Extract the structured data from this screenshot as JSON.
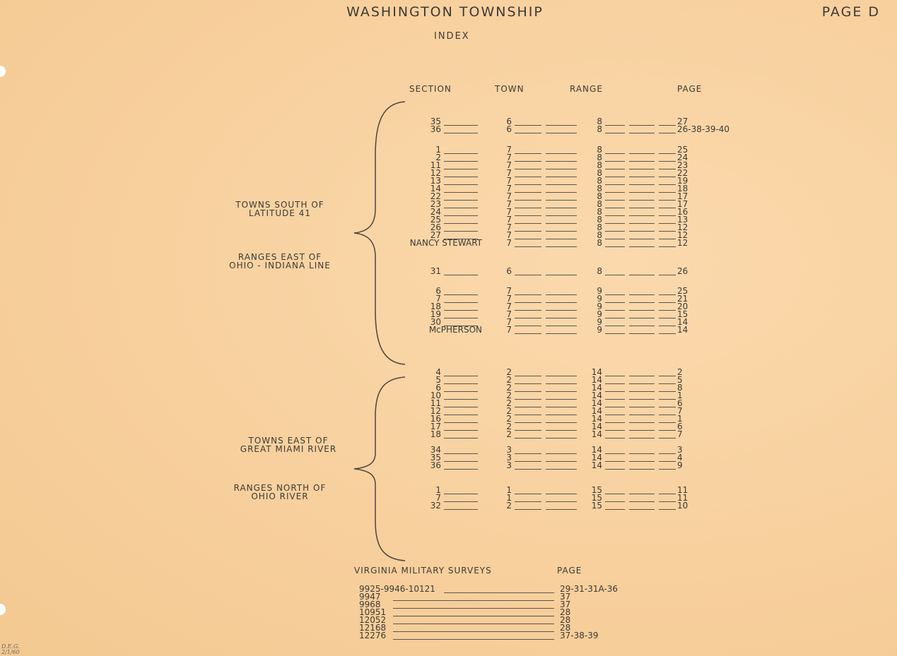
{
  "title": "WASHINGTON  TOWNSHIP",
  "page_label": "PAGE D",
  "subtitle": "INDEX",
  "headers": {
    "section": "SECTION",
    "town": "TOWN",
    "range": "RANGE",
    "page": "PAGE"
  },
  "groups": [
    {
      "labels": [
        {
          "line1": "TOWNS SOUTH OF",
          "line2": "LATITUDE 41"
        },
        {
          "line1": "RANGES EAST OF",
          "line2": "OHIO - INDIANA LINE"
        }
      ],
      "blocks": [
        [
          {
            "section": "35",
            "town": "6",
            "range": "8",
            "page": "27"
          },
          {
            "section": "36",
            "town": "6",
            "range": "8",
            "page": "26-38-39-40"
          }
        ],
        [
          {
            "section": "1",
            "town": "7",
            "range": "8",
            "page": "25"
          },
          {
            "section": "2",
            "town": "7",
            "range": "8",
            "page": "24"
          },
          {
            "section": "11",
            "town": "7",
            "range": "8",
            "page": "23"
          },
          {
            "section": "12",
            "town": "7",
            "range": "8",
            "page": "22"
          },
          {
            "section": "13",
            "town": "7",
            "range": "8",
            "page": "19"
          },
          {
            "section": "14",
            "town": "7",
            "range": "8",
            "page": "18"
          },
          {
            "section": "22",
            "town": "7",
            "range": "8",
            "page": "17"
          },
          {
            "section": "23",
            "town": "7",
            "range": "8",
            "page": "17"
          },
          {
            "section": "24",
            "town": "7",
            "range": "8",
            "page": "16"
          },
          {
            "section": "25",
            "town": "7",
            "range": "8",
            "page": "13"
          },
          {
            "section": "26",
            "town": "7",
            "range": "8",
            "page": "12"
          },
          {
            "section": "27",
            "town": "7",
            "range": "8",
            "page": "12"
          },
          {
            "section": "NANCY STEWART",
            "town": "7",
            "range": "8",
            "page": "12"
          }
        ],
        [
          {
            "section": "31",
            "town": "6",
            "range": "8",
            "page": "26"
          }
        ],
        [
          {
            "section": "6",
            "town": "7",
            "range": "9",
            "page": "25"
          },
          {
            "section": "7",
            "town": "7",
            "range": "9",
            "page": "21"
          },
          {
            "section": "18",
            "town": "7",
            "range": "9",
            "page": "20"
          },
          {
            "section": "19",
            "town": "7",
            "range": "9",
            "page": "15"
          },
          {
            "section": "30",
            "town": "7",
            "range": "9",
            "page": "14"
          },
          {
            "section": "McPHERSON",
            "town": "7",
            "range": "9",
            "page": "14"
          }
        ]
      ]
    },
    {
      "labels": [
        {
          "line1": "TOWNS EAST OF",
          "line2": "GREAT MIAMI RIVER"
        },
        {
          "line1": "RANGES NORTH OF",
          "line2": "OHIO RIVER"
        }
      ],
      "blocks": [
        [
          {
            "section": "4",
            "town": "2",
            "range": "14",
            "page": "2"
          },
          {
            "section": "5",
            "town": "2",
            "range": "14",
            "page": "5"
          },
          {
            "section": "6",
            "town": "2",
            "range": "14",
            "page": "8"
          },
          {
            "section": "10",
            "town": "2",
            "range": "14",
            "page": "1"
          },
          {
            "section": "11",
            "town": "2",
            "range": "14",
            "page": "6"
          },
          {
            "section": "12",
            "town": "2",
            "range": "14",
            "page": "7"
          },
          {
            "section": "16",
            "town": "2",
            "range": "14",
            "page": "1"
          },
          {
            "section": "17",
            "town": "2",
            "range": "14",
            "page": "6"
          },
          {
            "section": "18",
            "town": "2",
            "range": "14",
            "page": "7"
          }
        ],
        [
          {
            "section": "34",
            "town": "3",
            "range": "14",
            "page": "3"
          },
          {
            "section": "35",
            "town": "3",
            "range": "14",
            "page": "4"
          },
          {
            "section": "36",
            "town": "3",
            "range": "14",
            "page": "9"
          }
        ],
        [
          {
            "section": "1",
            "town": "1",
            "range": "15",
            "page": "11"
          },
          {
            "section": "7",
            "town": "1",
            "range": "15",
            "page": "11"
          },
          {
            "section": "32",
            "town": "2",
            "range": "15",
            "page": "10"
          }
        ]
      ]
    }
  ],
  "virginia": {
    "title": "VIRGINIA  MILITARY  SURVEYS",
    "page_header": "PAGE",
    "rows": [
      {
        "survey": "9925-9946-10121",
        "page": "29-31-31A-36"
      },
      {
        "survey": "9947",
        "page": "37"
      },
      {
        "survey": "9968",
        "page": "37"
      },
      {
        "survey": "10951",
        "page": "28"
      },
      {
        "survey": "12052",
        "page": "28"
      },
      {
        "survey": "12168",
        "page": "28"
      },
      {
        "survey": "12276",
        "page": "37-38-39"
      }
    ]
  },
  "initials": {
    "line1": "D.E.G.",
    "line2": "2/1/60"
  },
  "colors": {
    "paper": "#f8d3a3",
    "ink": "#3c3a36"
  }
}
